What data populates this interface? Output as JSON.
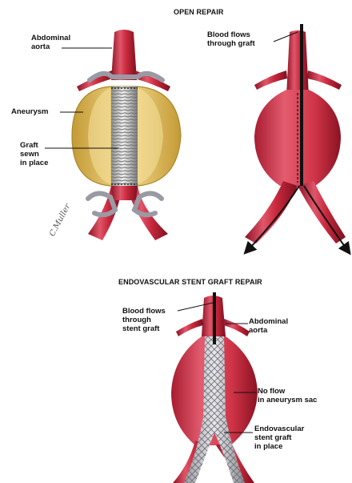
{
  "titles": {
    "open": "OPEN REPAIR",
    "endo": "ENDOVASCULAR STENT GRAFT REPAIR"
  },
  "labels": {
    "abdominal_aorta_1": "Abdominal\naorta",
    "aneurysm": "Aneurysm",
    "graft_sewn": "Graft\nsewn\nin place",
    "blood_flows_graft": "Blood flows\nthrough graft",
    "blood_flows_stent": "Blood flows\nthrough\nstent graft",
    "abdominal_aorta_2": "Abdominal\naorta",
    "no_flow": "No flow\nin aneurysm sac",
    "endo_in_place": "Endovascular\nstent graft\nin place"
  },
  "signature": "C.Muller",
  "colors": {
    "artery": "#c8283c",
    "artery_light": "#e0566a",
    "artery_dark": "#8e1426",
    "sac": "#e7c25a",
    "sac_edge": "#a98a2e",
    "graft": "#d6d6d6",
    "clamp": "#9a9aa4",
    "catheter": "#111111"
  }
}
